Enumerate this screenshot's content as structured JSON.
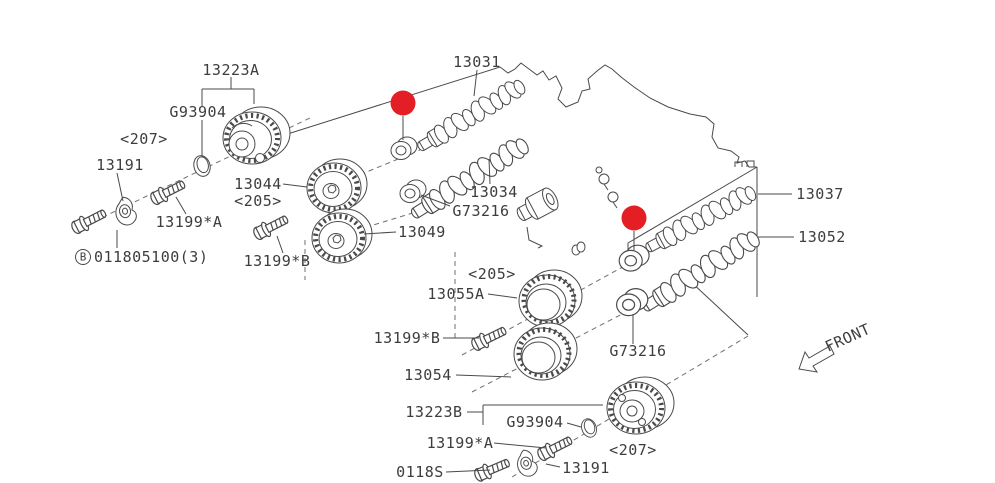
{
  "page": {
    "kind": "parts-catalog-exploded-diagram",
    "subject": "camshaft and timing sprocket assembly"
  },
  "colors": {
    "line": "#4a4a4a",
    "label_text": "#3d3d3d",
    "highlight": "#e31e24",
    "background": "#ffffff"
  },
  "labels": {
    "p13223a": "13223A",
    "g93904_top": "G93904",
    "b207_top": "<207>",
    "p13191_top": "13191",
    "p13044": "13044",
    "b205_top": "<205>",
    "p13199a_top": "13199*A",
    "bolt_prefix": "B",
    "bolt_code": "011805100(3)",
    "p13199b_top": "13199*B",
    "p13049": "13049",
    "p13031": "13031",
    "p13034": "13034",
    "g73216_left": "G73216",
    "b205_mid": "<205>",
    "p13055a": "13055A",
    "p13199b_mid": "13199*B",
    "p13054": "13054",
    "p13223b": "13223B",
    "g93904_bottom": "G93904",
    "p13199a_bottom": "13199*A",
    "p0118s": "0118S",
    "p13191_bottom": "13191",
    "b207_bottom": "<207>",
    "g73216_right": "G73216",
    "p13037": "13037",
    "p13052": "13052",
    "front": "FRONT"
  },
  "highlight_markers": {
    "count": 2,
    "left_marker_part": "camshaft front oil seal (left)",
    "right_marker_part": "camshaft front oil seal (right)"
  }
}
